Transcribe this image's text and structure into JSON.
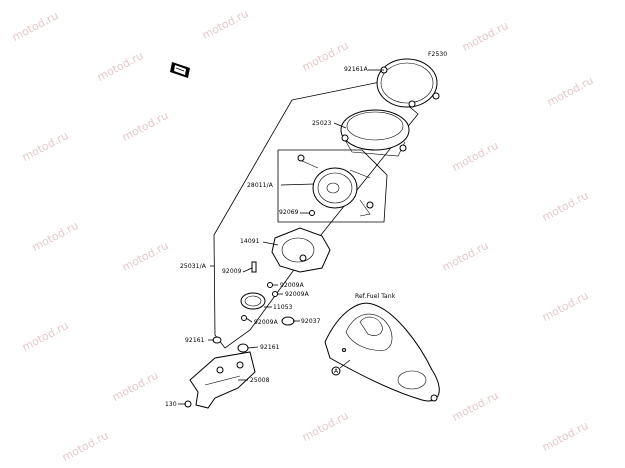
{
  "watermark": "motod.ru",
  "figure_code": "F2530",
  "callouts": {
    "p92161a": "92161A",
    "p25023": "25023",
    "p28011": "28011/A",
    "p92069": "92069",
    "p14091": "14091",
    "p25031": "25031/A",
    "p92009": "92009",
    "p92009a_1": "92009A",
    "p92009a_2": "92009A",
    "p11053": "11053",
    "p92009a_3": "92009A",
    "p92037": "92037",
    "p92161_1": "92161",
    "p92161_2": "92161",
    "p25008": "25008",
    "p130": "130"
  },
  "ref_note": "Ref.Fuel Tank",
  "ref_marker": "A",
  "colors": {
    "lines": "#000000",
    "watermark": "#e5c9c9",
    "background": "#ffffff"
  }
}
